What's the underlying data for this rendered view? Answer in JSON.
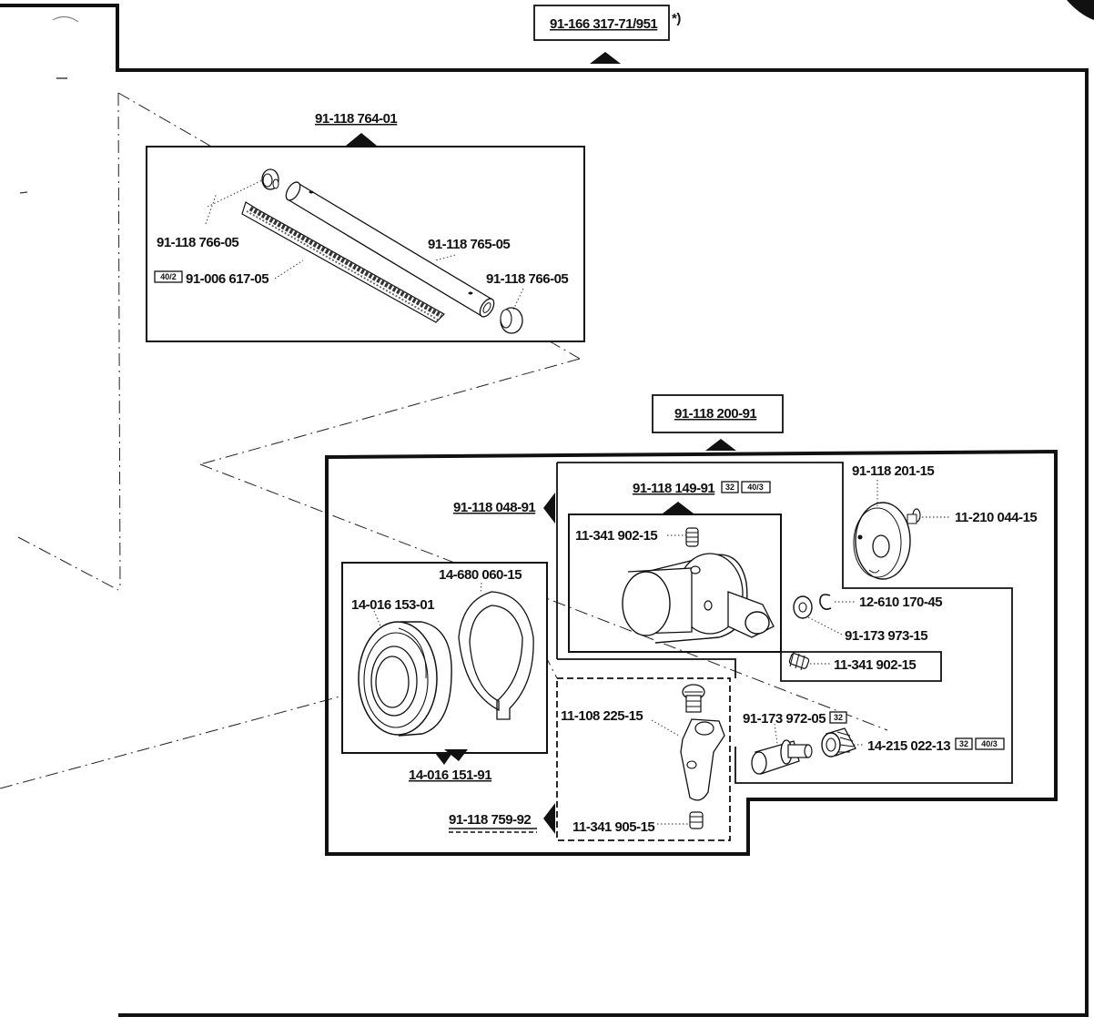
{
  "main_assembly": {
    "part_no": "91-166 317-71/951",
    "note": "*)"
  },
  "tube_group": {
    "part_no": "91-118 764-01",
    "parts": {
      "plug_top": "91-118 766-05",
      "tube": "91-118 765-05",
      "plug_bottom": "91-118 766-05",
      "wick": "91-006 617-05",
      "wick_ref": "40/2"
    }
  },
  "hook_group": {
    "part_no": "91-118 200-91",
    "cover_plate": "91-118 201-15",
    "cover_screw": "11-210 044-15",
    "circlip": "12-610 170-45",
    "washer": "91-173 973-15",
    "screw_right": "11-341 902-15",
    "stud": "91-173 972-05",
    "stud_ref": "32",
    "bearing_needle": "14-215 022-13",
    "bearing_refs": [
      "32",
      "40/3"
    ]
  },
  "crank_group": {
    "part_no": "91-118 149-91",
    "refs": [
      "32",
      "40/3"
    ],
    "set_screw": "11-341 902-15"
  },
  "bearing_group": {
    "part_no": "91-118 048-91",
    "bearing": "14-016 153-01",
    "retaining_ring": "14-680 060-15",
    "sub_assembly": "14-016 151-91"
  },
  "clamp_group": {
    "part_no": "91-118 759-92",
    "screw": "11-108 225-15",
    "set_screw": "11-341 905-15"
  }
}
